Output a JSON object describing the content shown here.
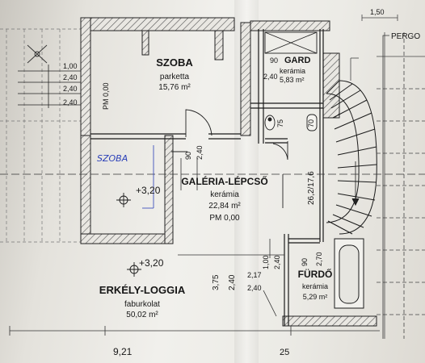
{
  "rooms": {
    "szoba": {
      "name": "SZOBA",
      "floor": "parketta",
      "area": "15,76 m²"
    },
    "gard": {
      "name": "GARD",
      "floor": "kerámia",
      "area": "5,83 m²"
    },
    "galeria": {
      "name": "GALÉRIA-LÉPCSŐ",
      "floor": "kerámia",
      "area": "22,84 m²",
      "level": "PM 0,00"
    },
    "erkely": {
      "name": "ERKÉLY-LOGGIA",
      "floor": "faburkolat",
      "area": "50,02 m²"
    },
    "furdo": {
      "name": "FÜRDŐ",
      "floor": "kerámia",
      "area": "5,29 m²"
    }
  },
  "labels": {
    "pergola": "PERGO",
    "pm_szoba": "PM 0,00",
    "stair": "26,2/17,6",
    "handwritten": "SZOBA"
  },
  "levels": {
    "gallery_top": "+3,20",
    "balcony": "+3,20"
  },
  "dimensions": {
    "d_top_150": "1,50",
    "d_left_100": "1,00",
    "d_left_240a": "2,40",
    "d_left_240b": "2,40",
    "d_left_240c": "2,40",
    "d_gard_90": "90",
    "d_gard_240": "2,40",
    "d_wc_75": "75",
    "d_wc_70": "70",
    "d_gal_90": "90",
    "d_gal_240": "2,40",
    "d_mid_100": "1,00",
    "d_mid_240": "2,40",
    "d_mid_375": "3,75",
    "d_mid_240b": "2,40",
    "d_mid_217": "2,17",
    "d_mid_240c": "2,40",
    "d_fur_90": "90",
    "d_fur_270": "2,70",
    "d_bottom_921": "9,21",
    "d_bottom_25": "25"
  }
}
